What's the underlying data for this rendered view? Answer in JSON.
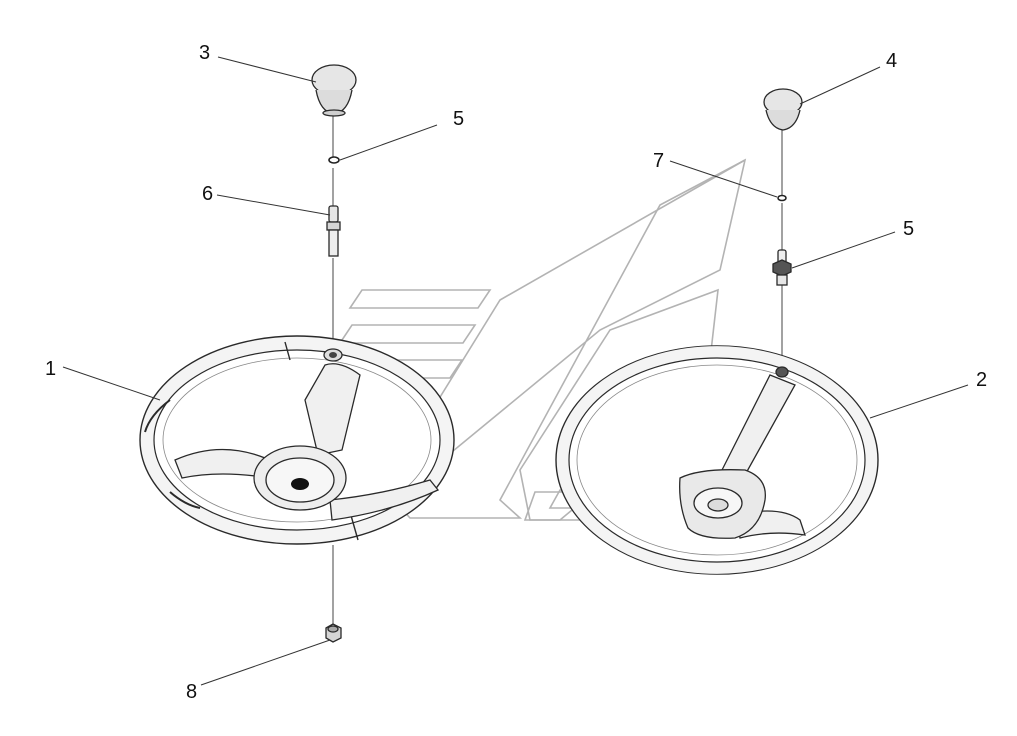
{
  "callouts": {
    "steering_wheel_left": "1",
    "steering_wheel_right": "2",
    "knob_left": "3",
    "knob_right": "4",
    "washer_left": "5",
    "nut_right": "5",
    "pin": "6",
    "washer_right": "7",
    "bottom_nut": "8"
  },
  "colors": {
    "line": "#2a2a2a",
    "wheel_fill": "#f4f4f4",
    "part_fill": "#e6e6e6",
    "watermark": "#9a9a9a"
  }
}
